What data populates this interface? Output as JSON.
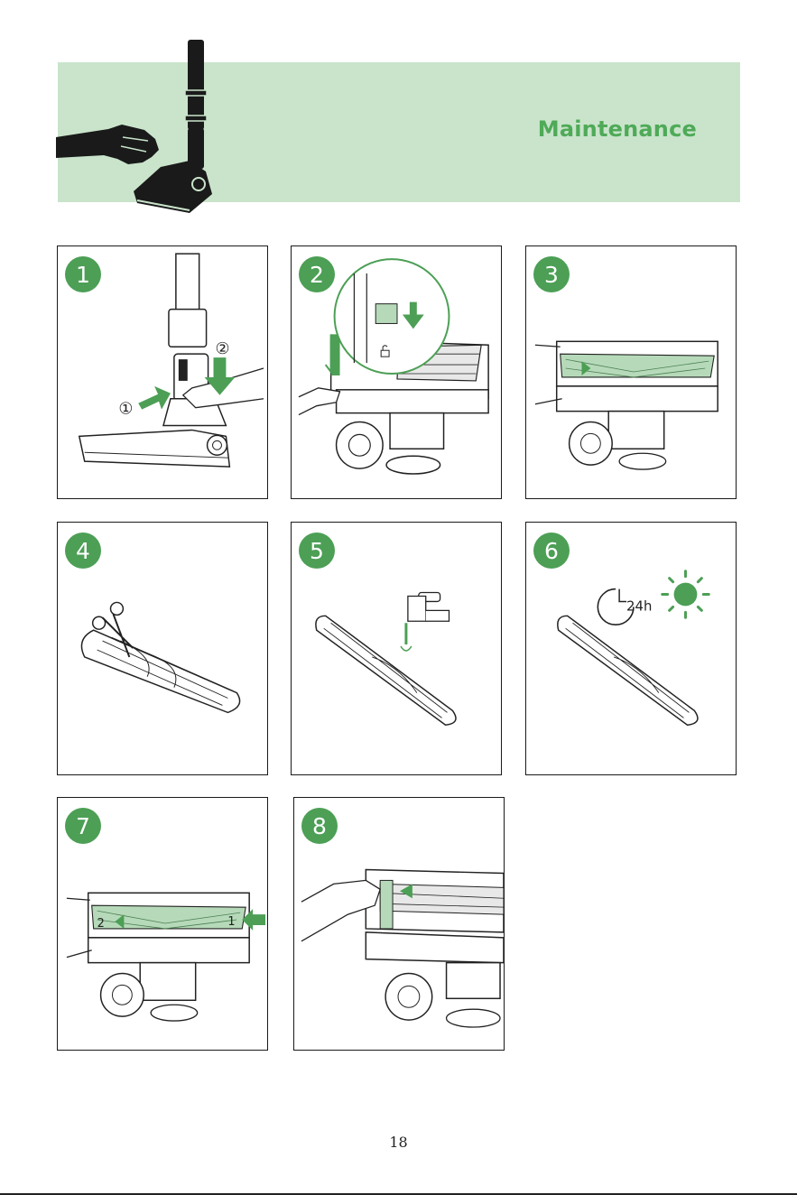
{
  "header": {
    "title": "Maintenance"
  },
  "steps": [
    {
      "number": "1",
      "callouts": [
        "①",
        "②"
      ]
    },
    {
      "number": "2"
    },
    {
      "number": "3"
    },
    {
      "number": "4"
    },
    {
      "number": "5"
    },
    {
      "number": "6",
      "duration": "24h"
    },
    {
      "number": "7",
      "callouts": [
        "2",
        "1"
      ]
    },
    {
      "number": "8"
    }
  ],
  "footer": {
    "page_number": "18"
  },
  "colors": {
    "accent": "#4c9f55",
    "banner": "#c9e4cb",
    "title": "#4faa58",
    "roller": "#b6dab9"
  },
  "icons": [
    "hand-icon",
    "vacuum-icon",
    "arrow-icon",
    "clock-icon",
    "sun-icon",
    "tap-icon",
    "scissors-icon",
    "unlock-icon"
  ]
}
